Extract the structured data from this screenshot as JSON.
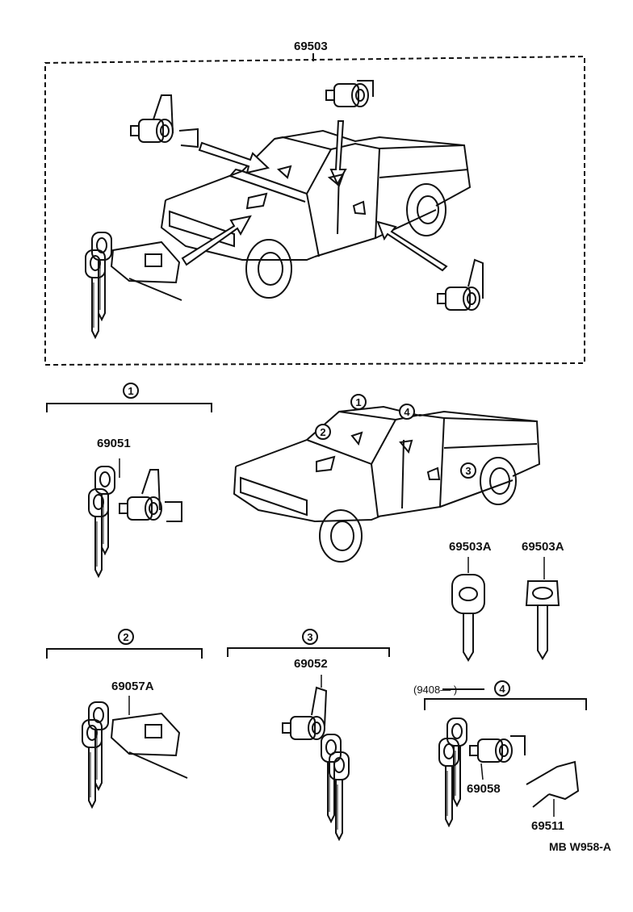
{
  "assembly_part": "69503",
  "groups": [
    {
      "num": "1",
      "parts": [
        "69051"
      ]
    },
    {
      "num": "2",
      "parts": [
        "69057A"
      ]
    },
    {
      "num": "3",
      "parts": [
        "69052"
      ]
    },
    {
      "num": "4",
      "parts": [
        "69058",
        "69511"
      ],
      "date_note": "(9408—     )"
    }
  ],
  "truck_callouts": [
    "1",
    "2",
    "3",
    "4"
  ],
  "keys": [
    "69503A",
    "69503A"
  ],
  "footer_code": "MB  W958-A",
  "colors": {
    "line": "#111111",
    "background": "#ffffff"
  }
}
